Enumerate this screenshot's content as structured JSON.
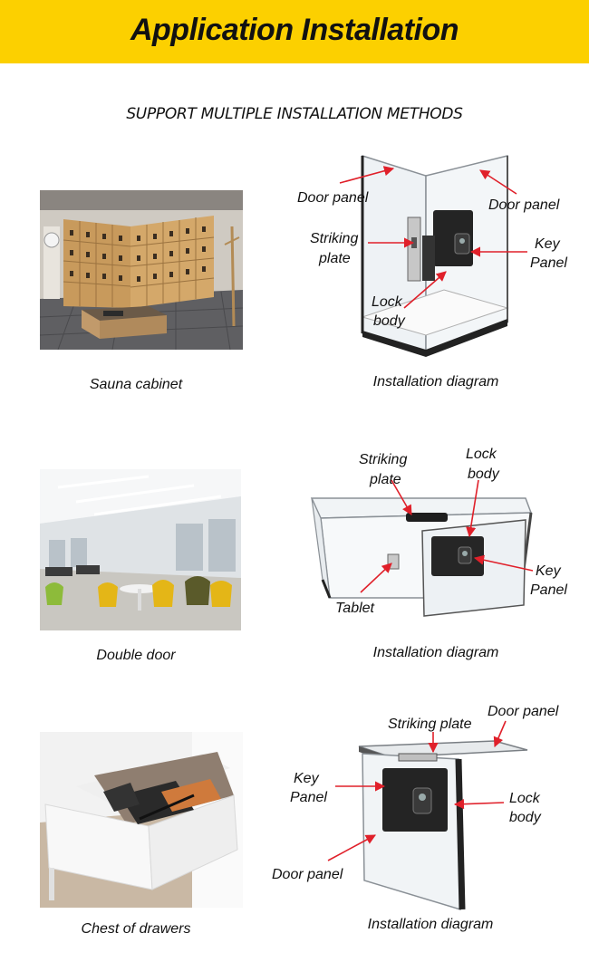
{
  "banner": {
    "title": "Application Installation"
  },
  "subtitle": "SUPPORT MULTIPLE INSTALLATION METHODS",
  "colors": {
    "banner": "#fcd000",
    "arrow": "#e0202a"
  },
  "sections": [
    {
      "photo_caption": "Sauna cabinet",
      "diagram_caption": "Installation diagram",
      "labels": {
        "door_panel_left": "Door panel",
        "door_panel_right": "Door panel",
        "striking_plate_1": "Striking",
        "striking_plate_2": "plate",
        "key_panel_1": "Key",
        "key_panel_2": "Panel",
        "lock_body_1": "Lock",
        "lock_body_2": "body"
      }
    },
    {
      "photo_caption": "Double door",
      "diagram_caption": "Installation diagram",
      "labels": {
        "striking_plate_1": "Striking",
        "striking_plate_2": "plate",
        "lock_body_1": "Lock",
        "lock_body_2": "body",
        "key_panel_1": "Key",
        "key_panel_2": "Panel",
        "tablet": "Tablet"
      }
    },
    {
      "photo_caption": "Chest of drawers",
      "diagram_caption": "Installation diagram",
      "labels": {
        "striking_plate": "Striking plate",
        "door_panel_top": "Door panel",
        "key_panel_1": "Key",
        "key_panel_2": "Panel",
        "lock_body_1": "Lock",
        "lock_body_2": "body",
        "door_panel_bottom": "Door panel"
      }
    }
  ]
}
